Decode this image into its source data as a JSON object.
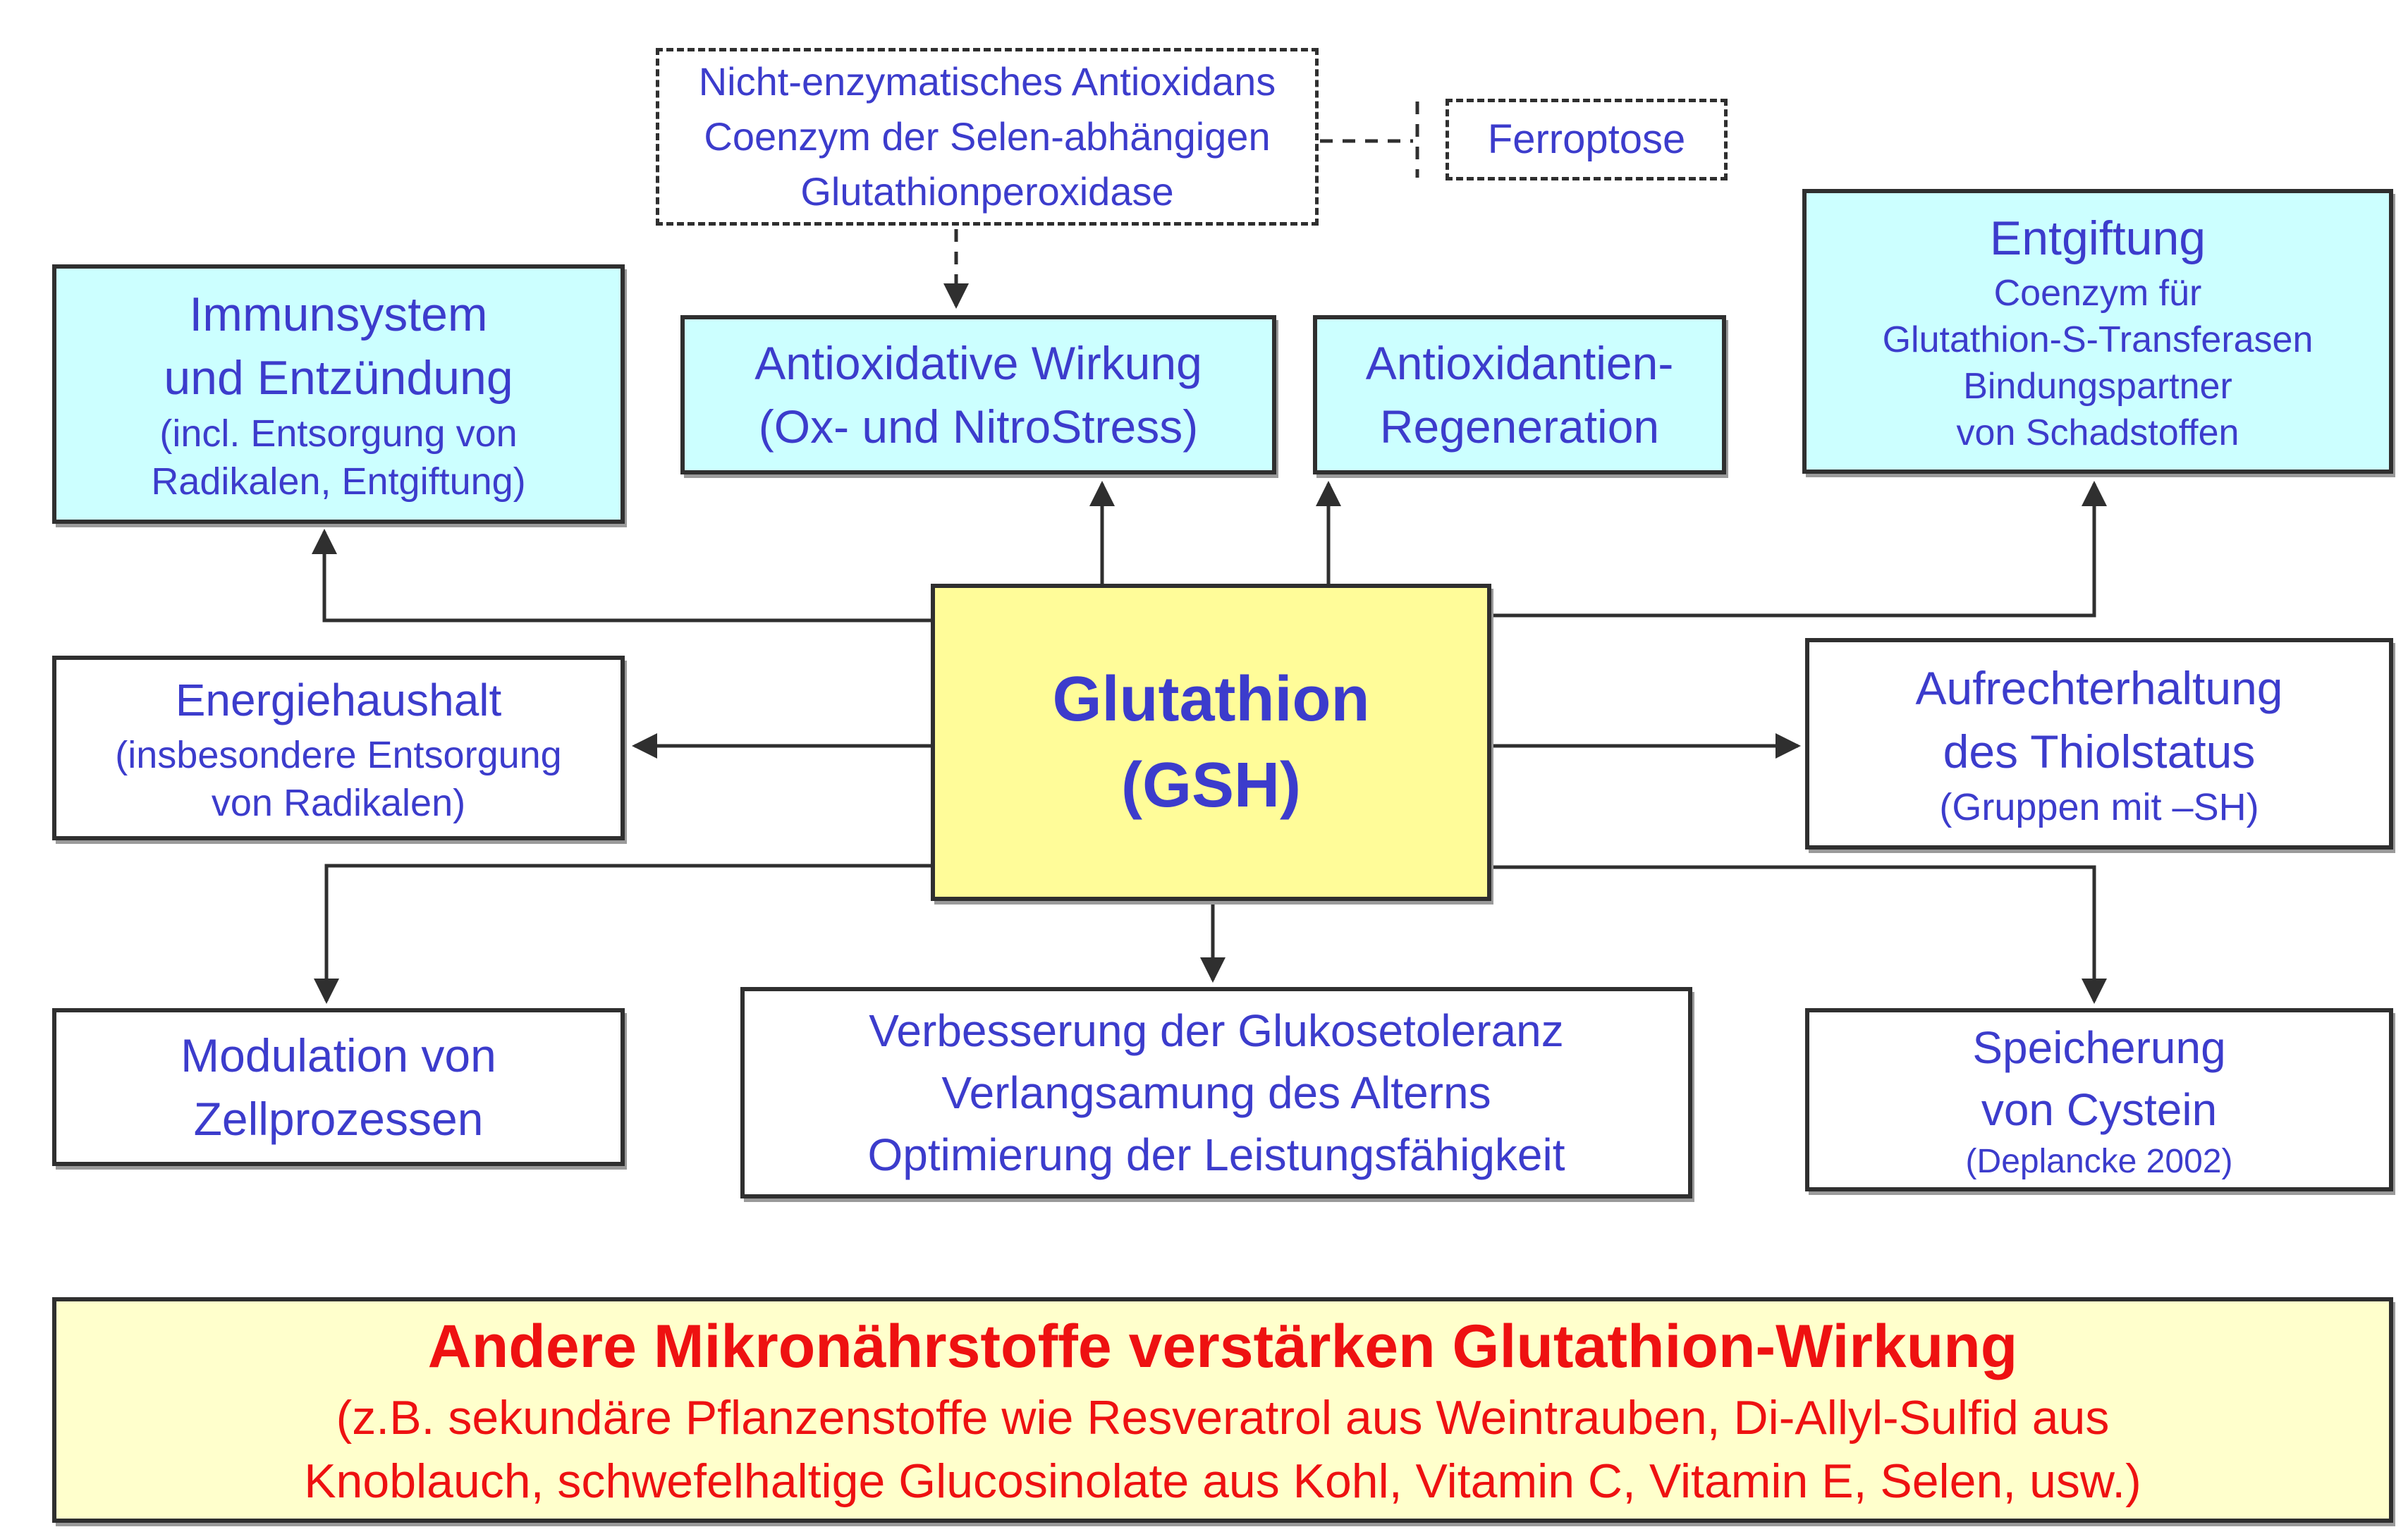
{
  "colors": {
    "node_text": "#3c3ccc",
    "cyan_fill": "#ccffff",
    "center_fill": "#fffc99",
    "banner_fill": "#ffffcc",
    "banner_text": "#ee1111",
    "border": "#2f2f2f",
    "arrow": "#2f2f2f"
  },
  "nodes": {
    "nonenzymatic": {
      "lines": [
        "Nicht-enzymatisches Antioxidans",
        "Coenzym der Selen-abhängigen",
        "Glutathionperoxidase"
      ]
    },
    "ferroptose": {
      "label": "Ferroptose"
    },
    "immune": {
      "title_lines": [
        "Immunsystem",
        "und Entzündung"
      ],
      "subtitle_lines": [
        "(incl. Entsorgung von",
        "Radikalen, Entgiftung)"
      ]
    },
    "antioxidative": {
      "lines": [
        "Antioxidative Wirkung",
        "(Ox- und NitroStress)"
      ]
    },
    "regeneration": {
      "lines": [
        "Antioxidantien-",
        "Regeneration"
      ]
    },
    "detox": {
      "title": "Entgiftung",
      "lines": [
        "Coenzym für",
        "Glutathion-S-Transferasen",
        "Bindungspartner",
        "von Schadstoffen"
      ]
    },
    "energy": {
      "title": "Energiehaushalt",
      "subtitle_lines": [
        "(insbesondere Entsorgung",
        "von Radikalen)"
      ]
    },
    "center": {
      "lines": [
        "Glutathion",
        "(GSH)"
      ]
    },
    "thiol": {
      "title_lines": [
        "Aufrechterhaltung",
        "des Thiolstatus"
      ],
      "subtitle": "(Gruppen mit –SH)"
    },
    "modulation": {
      "lines": [
        "Modulation von",
        "Zellprozessen"
      ]
    },
    "improvement": {
      "lines": [
        "Verbesserung der Glukosetoleranz",
        "Verlangsamung des Alterns",
        "Optimierung der Leistungsfähigkeit"
      ]
    },
    "cysteine": {
      "title_lines": [
        "Speicherung",
        "von Cystein"
      ],
      "subtitle": "(Deplancke 2002)"
    },
    "banner": {
      "title": "Andere Mikronährstoffe verstärken Glutathion-Wirkung",
      "lines": [
        "(z.B. sekundäre Pflanzenstoffe wie Resveratrol aus Weintrauben, Di-Allyl-Sulfid aus",
        "Knoblauch, schwefelhaltige Glucosinolate aus Kohl, Vitamin C, Vitamin E, Selen, usw.)"
      ]
    }
  }
}
